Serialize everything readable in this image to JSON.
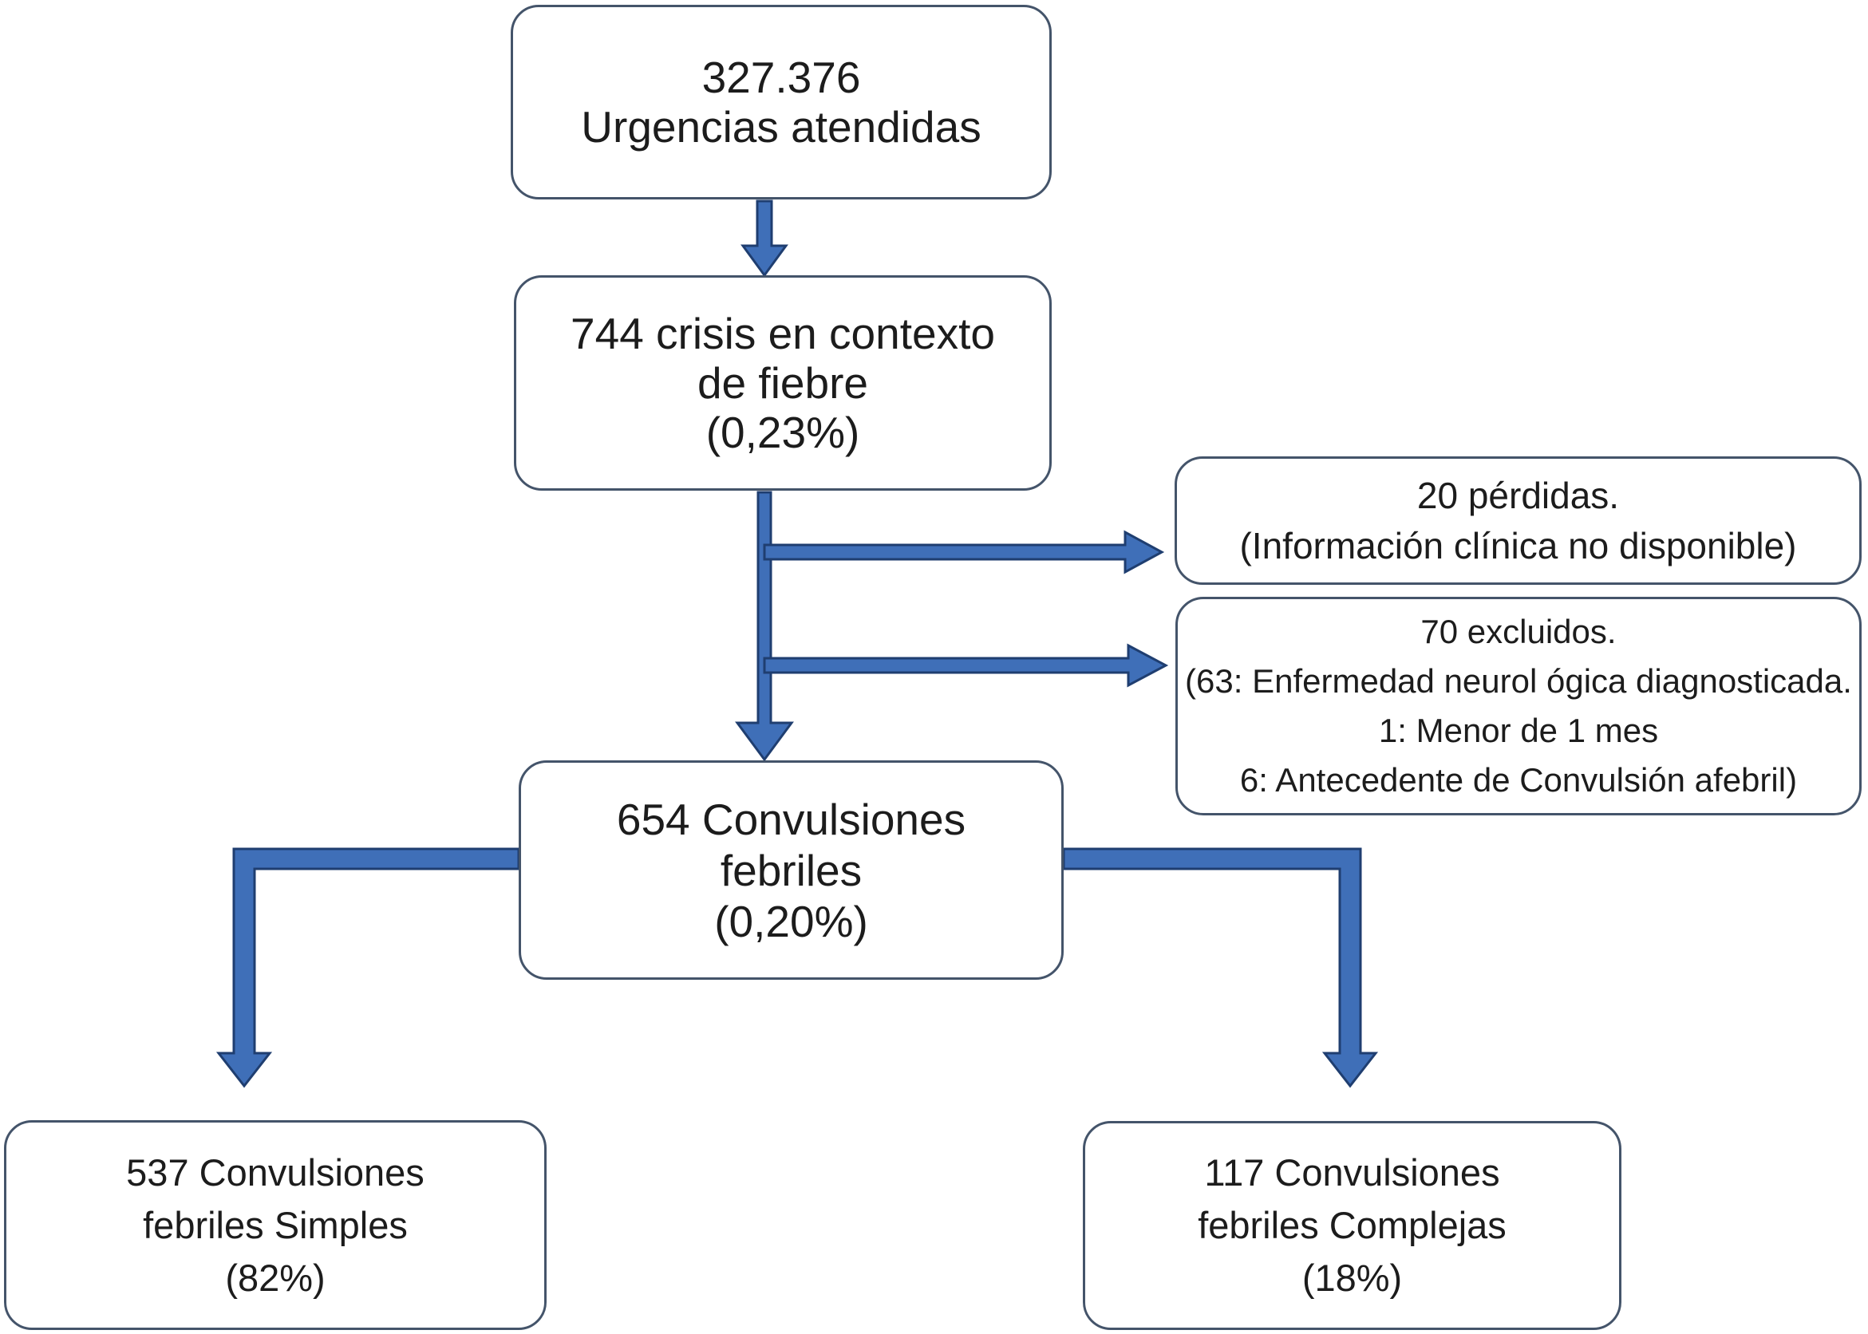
{
  "boxes": {
    "urgencias": {
      "lines": [
        "327.376",
        "Urgencias atendidas"
      ]
    },
    "crisis": {
      "lines": [
        "744 crisis en contexto",
        "de fiebre",
        "(0,23%)"
      ]
    },
    "perdidas": {
      "lines": [
        "20 pérdidas.",
        "(Información clínica no disponible)"
      ]
    },
    "excluidos": {
      "lines": [
        "70 excluidos.",
        "(63: Enfermedad neurol ógica diagnosticada.",
        "1: Menor de 1 mes",
        "6: Antecedente de Convulsión afebril)"
      ]
    },
    "convulsiones": {
      "lines": [
        "654 Convulsiones",
        "febriles",
        "(0,20%)"
      ]
    },
    "simples": {
      "lines": [
        "537 Convulsiones",
        "febriles Simples",
        "(82%)"
      ]
    },
    "complejas": {
      "lines": [
        "117 Convulsiones",
        "febriles Complejas",
        "(18%)"
      ]
    }
  },
  "connectors": [
    {
      "from": "urgencias",
      "to": "crisis"
    },
    {
      "from": "crisis",
      "to": "convulsiones"
    },
    {
      "from": "crisis",
      "to": "perdidas"
    },
    {
      "from": "crisis",
      "to": "excluidos"
    },
    {
      "from": "convulsiones",
      "to": "simples"
    },
    {
      "from": "convulsiones",
      "to": "complejas"
    }
  ],
  "colors": {
    "box_border": "#44546A",
    "arrow_fill": "#3F6FB8",
    "arrow_outline": "#1F3E70",
    "text": "#1C1C1C",
    "background": "#FFFFFF"
  }
}
